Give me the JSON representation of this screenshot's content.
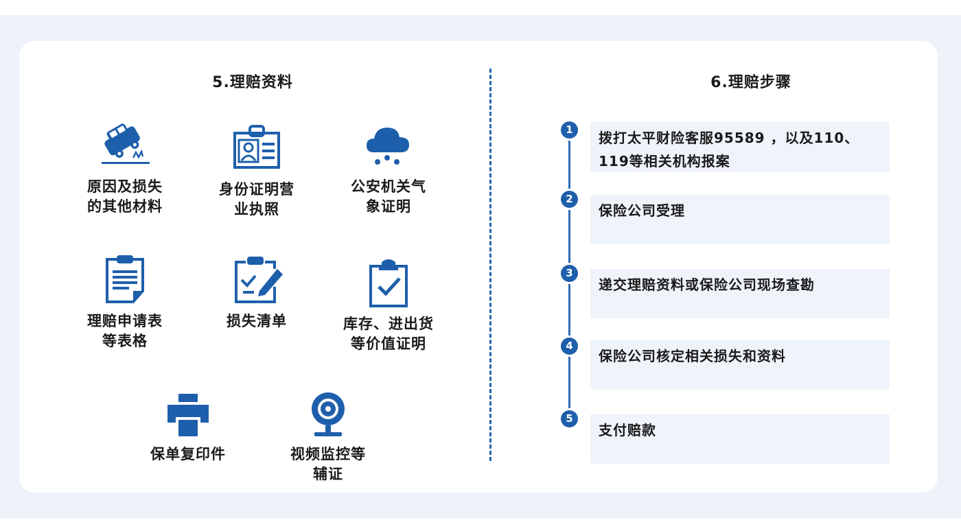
{
  "left_section": {
    "title": "5.理赔资料",
    "items": [
      {
        "label": "原因及损失\n的其他材料",
        "icon": "overturned-car-icon"
      },
      {
        "label": "身份证明营\n业执照",
        "icon": "id-card-icon"
      },
      {
        "label": "公安机关气\n象证明",
        "icon": "weather-cloud-icon"
      },
      {
        "label": "理赔申请表\n等表格",
        "icon": "form-document-icon"
      },
      {
        "label": "损失清单",
        "icon": "edit-checklist-icon"
      },
      {
        "label": "库存、进出货\n等价值证明",
        "icon": "checked-clipboard-icon"
      },
      {
        "label": "保单复印件",
        "icon": "printer-icon"
      },
      {
        "label": "视频监控等\n辅证",
        "icon": "webcam-icon"
      }
    ]
  },
  "right_section": {
    "title": "6.理赔步骤",
    "steps": [
      {
        "num": "1",
        "text": "拨打太平财险客服95589 ，以及110、119等相关机构报案"
      },
      {
        "num": "2",
        "text": "保险公司受理"
      },
      {
        "num": "3",
        "text": "递交理赔资料或保险公司现场查勘"
      },
      {
        "num": "4",
        "text": "保险公司核定相关损失和资料"
      },
      {
        "num": "5",
        "text": "支付赔款"
      }
    ]
  },
  "colors": {
    "accent": "#1e5fab",
    "background_band": "#eef2f9",
    "step_box": "#eff3fa",
    "title_underline": "#a9c6e6"
  }
}
